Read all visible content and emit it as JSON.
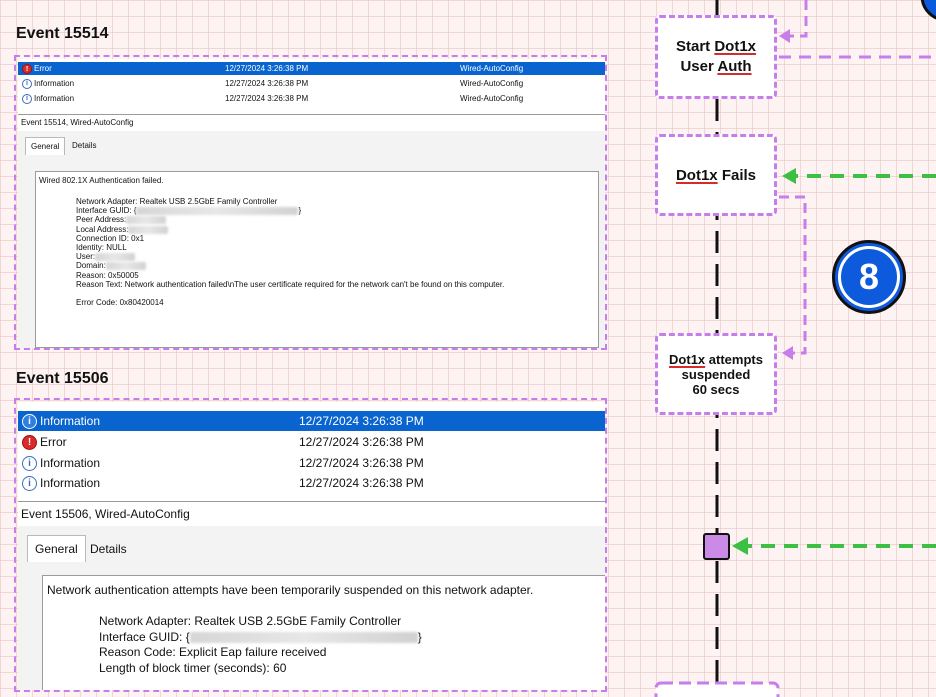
{
  "event1": {
    "title": "Event 15514",
    "rows": [
      {
        "level": "Error",
        "date": "12/27/2024 3:26:38 PM",
        "source": "Wired-AutoConfig"
      },
      {
        "level": "Information",
        "date": "12/27/2024 3:26:38 PM",
        "source": "Wired-AutoConfig"
      },
      {
        "level": "Information",
        "date": "12/27/2024 3:26:38 PM",
        "source": "Wired-AutoConfig"
      }
    ],
    "header": "Event 15514, Wired-AutoConfig",
    "tab_general": "General",
    "tab_details": "Details",
    "lines": {
      "l1": "Wired 802.1X Authentication failed.",
      "adapter": "Network Adapter: Realtek USB 2.5GbE Family Controller",
      "guid_label": "Interface GUID: {",
      "guid_close": "}",
      "peer": "Peer Address:",
      "local": "Local Address:",
      "connid": "Connection ID: 0x1",
      "identity": "Identity: NULL",
      "user": "User:",
      "domain": "Domain:",
      "reason": "Reason: 0x50005",
      "reason_text": "Reason Text: Network authentication failed\\nThe user certificate required for the network can't be found on this computer.",
      "error_code": "Error Code: 0x80420014"
    }
  },
  "event2": {
    "title": "Event 15506",
    "rows": [
      {
        "level": "Information",
        "date": "12/27/2024 3:26:38 PM"
      },
      {
        "level": "Error",
        "date": "12/27/2024 3:26:38 PM"
      },
      {
        "level": "Information",
        "date": "12/27/2024 3:26:38 PM"
      },
      {
        "level": "Information",
        "date": "12/27/2024 3:26:38 PM"
      }
    ],
    "header": "Event 15506, Wired-AutoConfig",
    "tab_general": "General",
    "tab_details": "Details",
    "lines": {
      "l1": "Network authentication attempts have been temporarily suspended on this network adapter.",
      "adapter": "Network Adapter: Realtek USB 2.5GbE Family Controller",
      "guid_label": "Interface GUID: {",
      "guid_close": "}",
      "reason_code": "Reason Code: Explicit Eap failure received",
      "block": "Length of block timer (seconds): 60"
    }
  },
  "flow": {
    "start_node": {
      "part1": "Start ",
      "part2": "Dot1x",
      "part3": "User ",
      "part4": "Auth"
    },
    "fails_node": {
      "part1": "Dot1x",
      "part2": " Fails"
    },
    "suspend_node": {
      "part1": "Dot1x",
      "part2": " attempts",
      "line2": "suspended",
      "line3": "60 secs"
    },
    "step_badge": "8"
  },
  "colors": {
    "accent_purple": "#c77dea",
    "arrow_green": "#3dbf43",
    "badge_blue": "#0d5bdc",
    "selection_blue": "#0a64d0",
    "error_red": "#d92b2b"
  }
}
